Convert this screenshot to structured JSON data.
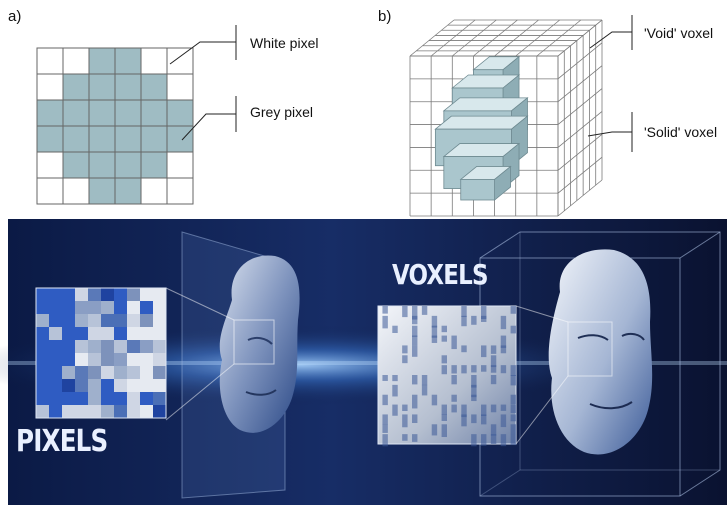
{
  "panel_a": {
    "label": "a)",
    "callouts": {
      "white": "White pixel",
      "grey": "Grey pixel"
    },
    "colors": {
      "grey": "#9fbcc3",
      "white": "#ffffff",
      "grid": "#666666"
    },
    "grid": [
      [
        0,
        0,
        1,
        1,
        0,
        0
      ],
      [
        0,
        1,
        1,
        1,
        1,
        0
      ],
      [
        1,
        1,
        1,
        1,
        1,
        1
      ],
      [
        1,
        1,
        1,
        1,
        1,
        1
      ],
      [
        0,
        1,
        1,
        1,
        1,
        0
      ],
      [
        0,
        0,
        1,
        1,
        0,
        0
      ]
    ]
  },
  "panel_b": {
    "label": "b)",
    "callouts": {
      "void": "'Void' voxel",
      "solid": "'Solid' voxel"
    },
    "colors": {
      "solid_top": "#d8e8ec",
      "solid_front": "#aac6cd",
      "solid_side": "#8eadb5",
      "grid": "#777777"
    }
  },
  "banner": {
    "pixels_label": "PIXELS",
    "voxels_label": "VOXELS",
    "colors": {
      "bg_dark": "#0b1330",
      "bg_mid": "#1d3a78",
      "glow": "#6fb4ff",
      "text": "#e9f0ff"
    }
  }
}
